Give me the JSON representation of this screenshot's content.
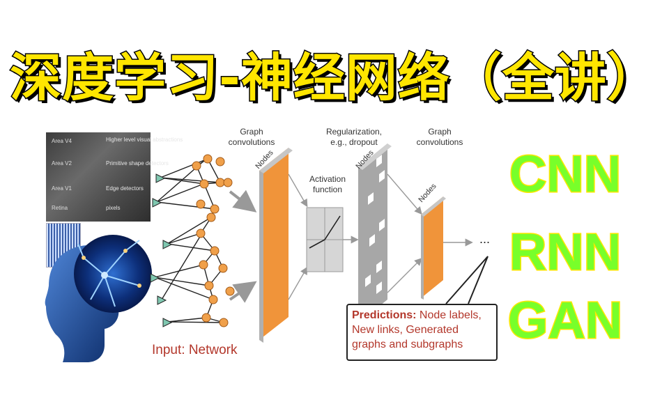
{
  "title": "深度学习-神经网络（全讲）",
  "brain_scan": {
    "areas": [
      "Area V4",
      "Area V2",
      "Area V1",
      "Retina"
    ],
    "notes": [
      "Higher level visual abstractions",
      "Primitive shape detectors",
      "Edge detectors",
      "pixels"
    ]
  },
  "diagram": {
    "graph_conv_1": [
      "Graph",
      "convolutions"
    ],
    "nodes_1": "Nodes",
    "activation": [
      "Activation",
      "function"
    ],
    "regularization": [
      "Regularization,",
      "e.g., dropout"
    ],
    "nodes_2": "Nodes",
    "graph_conv_2": [
      "Graph",
      "convolutions"
    ],
    "nodes_3": "Nodes",
    "ellipsis": "...",
    "input_label_bold": "Input:",
    "input_label_rest": " Network",
    "predictions_head": "Predictions:",
    "predictions_text": " Node labels, New links, Generated graphs and subgraphs"
  },
  "acronyms": [
    "CNN",
    "RNN",
    "GAN"
  ],
  "colors": {
    "title_fill": "#ffe600",
    "acronym_fill": "#78ff2a",
    "acronym_outline": "#ffe600",
    "layer_orange": "#f0943a",
    "node_orange": "#f0a04a",
    "node_teal": "#7fc7b0",
    "label_red": "#b3372b"
  }
}
